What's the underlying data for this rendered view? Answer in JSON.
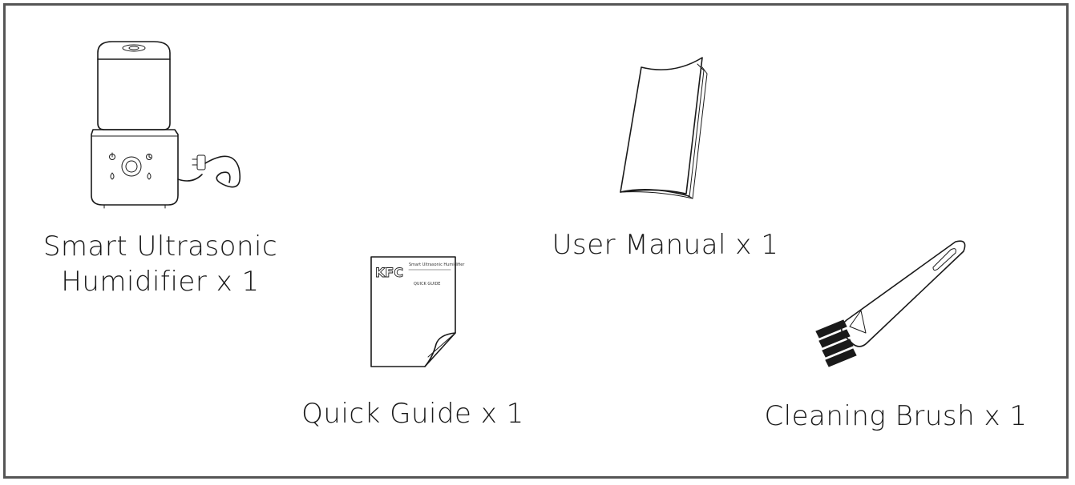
{
  "items": [
    {
      "id": "humidifier",
      "label_line1": "Smart Ultrasonic",
      "label_line2": "Humidifier x 1"
    },
    {
      "id": "quick-guide",
      "label": "Quick Guide x 1"
    },
    {
      "id": "user-manual",
      "label": "User Manual x 1"
    },
    {
      "id": "cleaning-brush",
      "label": "Cleaning Brush x 1"
    }
  ],
  "quick_guide_cover": {
    "logo": "KFC",
    "title": "Smart Ultrasonic Humidifier",
    "subtitle": "QUICK GUIDE"
  },
  "icons": [
    "humidifier-icon",
    "quick-guide-icon",
    "user-manual-icon",
    "cleaning-brush-icon"
  ],
  "colors": {
    "frame": "#555555",
    "text": "#1a1a1a",
    "background": "#ffffff"
  }
}
